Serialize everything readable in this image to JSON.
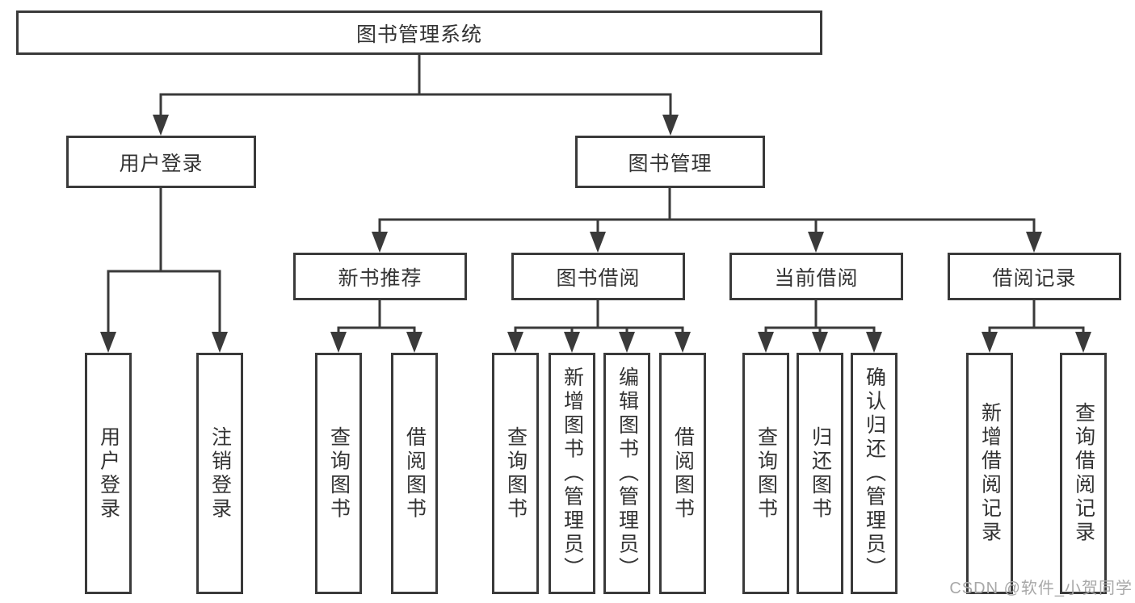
{
  "page": {
    "background_color": "#ffffff",
    "line_color": "#3a3a3a",
    "box_fill_color": "#ffffff",
    "text_color": "#333333",
    "watermark_color": "#a8a8a8"
  },
  "tree": {
    "root": {
      "label": "图书管理系统"
    },
    "branches": [
      {
        "label": "用户登录"
      },
      {
        "label": "图书管理"
      }
    ],
    "sections": [
      {
        "label": "新书推荐",
        "parent": "图书管理"
      },
      {
        "label": "图书借阅",
        "parent": "图书管理"
      },
      {
        "label": "当前借阅",
        "parent": "图书管理"
      },
      {
        "label": "借阅记录",
        "parent": "图书管理"
      }
    ],
    "leaves": [
      {
        "label": "用户登录",
        "parent": "用户登录"
      },
      {
        "label": "注销登录",
        "parent": "用户登录"
      },
      {
        "label": "查询图书",
        "parent": "新书推荐"
      },
      {
        "label": "借阅图书",
        "parent": "新书推荐"
      },
      {
        "label": "查询图书",
        "parent": "图书借阅"
      },
      {
        "label": "新增图书（管理员）",
        "parent": "图书借阅"
      },
      {
        "label": "编辑图书（管理员）",
        "parent": "图书借阅"
      },
      {
        "label": "借阅图书",
        "parent": "图书借阅"
      },
      {
        "label": "查询图书",
        "parent": "当前借阅"
      },
      {
        "label": "归还图书",
        "parent": "当前借阅"
      },
      {
        "label": "确认归还（管理员）",
        "parent": "当前借阅"
      },
      {
        "label": "新增借阅记录",
        "parent": "借阅记录"
      },
      {
        "label": "查询借阅记录",
        "parent": "借阅记录"
      }
    ]
  },
  "watermark": {
    "text": "CSDN @软件_小贺同学"
  }
}
